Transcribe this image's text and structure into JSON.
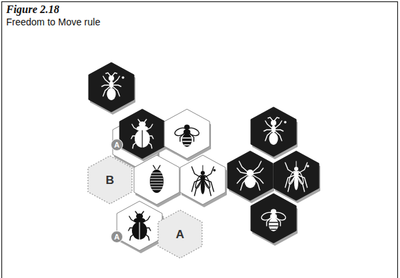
{
  "diagram": {
    "title": "Figure 2.18",
    "caption": "Freedom to Move rule",
    "nodes": [
      {
        "text": [
          "A"
        ]
      },
      {
        "text": [
          "B"
        ]
      },
      {
        "text": [
          "A"
        ]
      },
      {
        "text": [
          "A"
        ]
      }
    ]
  }
}
